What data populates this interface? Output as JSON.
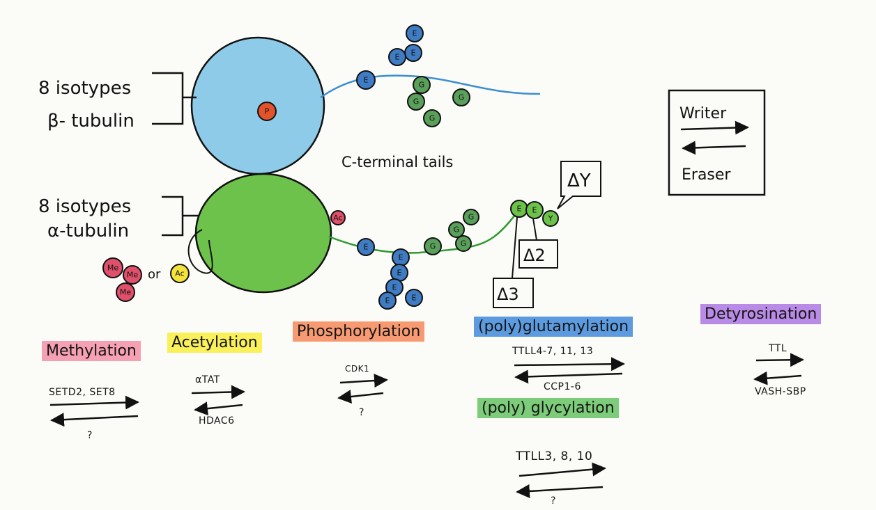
{
  "beta": {
    "line1": "8 isotypes",
    "line2": "β- tubulin"
  },
  "alpha": {
    "line1": "8 isotypes",
    "line2": "α-tubulin"
  },
  "c_terminal": "C-terminal tails",
  "legend": {
    "writer": "Writer",
    "eraser": "Eraser"
  },
  "residues": {
    "E": "E",
    "G": "G",
    "P": "P",
    "Ac": "Ac",
    "Me": "Me",
    "Y": "Y",
    "or": "or"
  },
  "boxes": {
    "dY": "ΔY",
    "d2": "Δ2",
    "d3": "Δ3"
  },
  "ptms": {
    "methylation": {
      "title": "Methylation",
      "writer": "SETD2, SET8",
      "eraser": "?"
    },
    "acetylation": {
      "title": "Acetylation",
      "writer": "αTAT",
      "eraser": "HDAC6"
    },
    "phosphorylation": {
      "title": "Phosphorylation",
      "writer": "CDK1",
      "eraser": "?"
    },
    "glutamylation": {
      "title": "(poly)glutamylation",
      "writer": "TTLL4-7, 11, 13",
      "eraser": "CCP1-6"
    },
    "glycylation": {
      "title": "(poly) glycylation",
      "writer": "TTLL3, 8, 10",
      "eraser": "?"
    },
    "detyrosination": {
      "title": "Detyrosination",
      "writer": "TTL",
      "eraser": "VASH-SBP"
    }
  },
  "colors": {
    "beta": "#8ecbe8",
    "alpha": "#6cc24a",
    "E": "#3f7cc4",
    "G": "#5aa05a",
    "P": "#e2532c",
    "Ac_yellow": "#f4e33a",
    "Me": "#e0506a",
    "methylation": "#f6a1b3",
    "acetylation": "#f9f05a",
    "phosphorylation": "#f79a72",
    "glutamylation": "#5d9be0",
    "glycylation": "#7ccc7a",
    "detyrosination": "#b98be6"
  }
}
